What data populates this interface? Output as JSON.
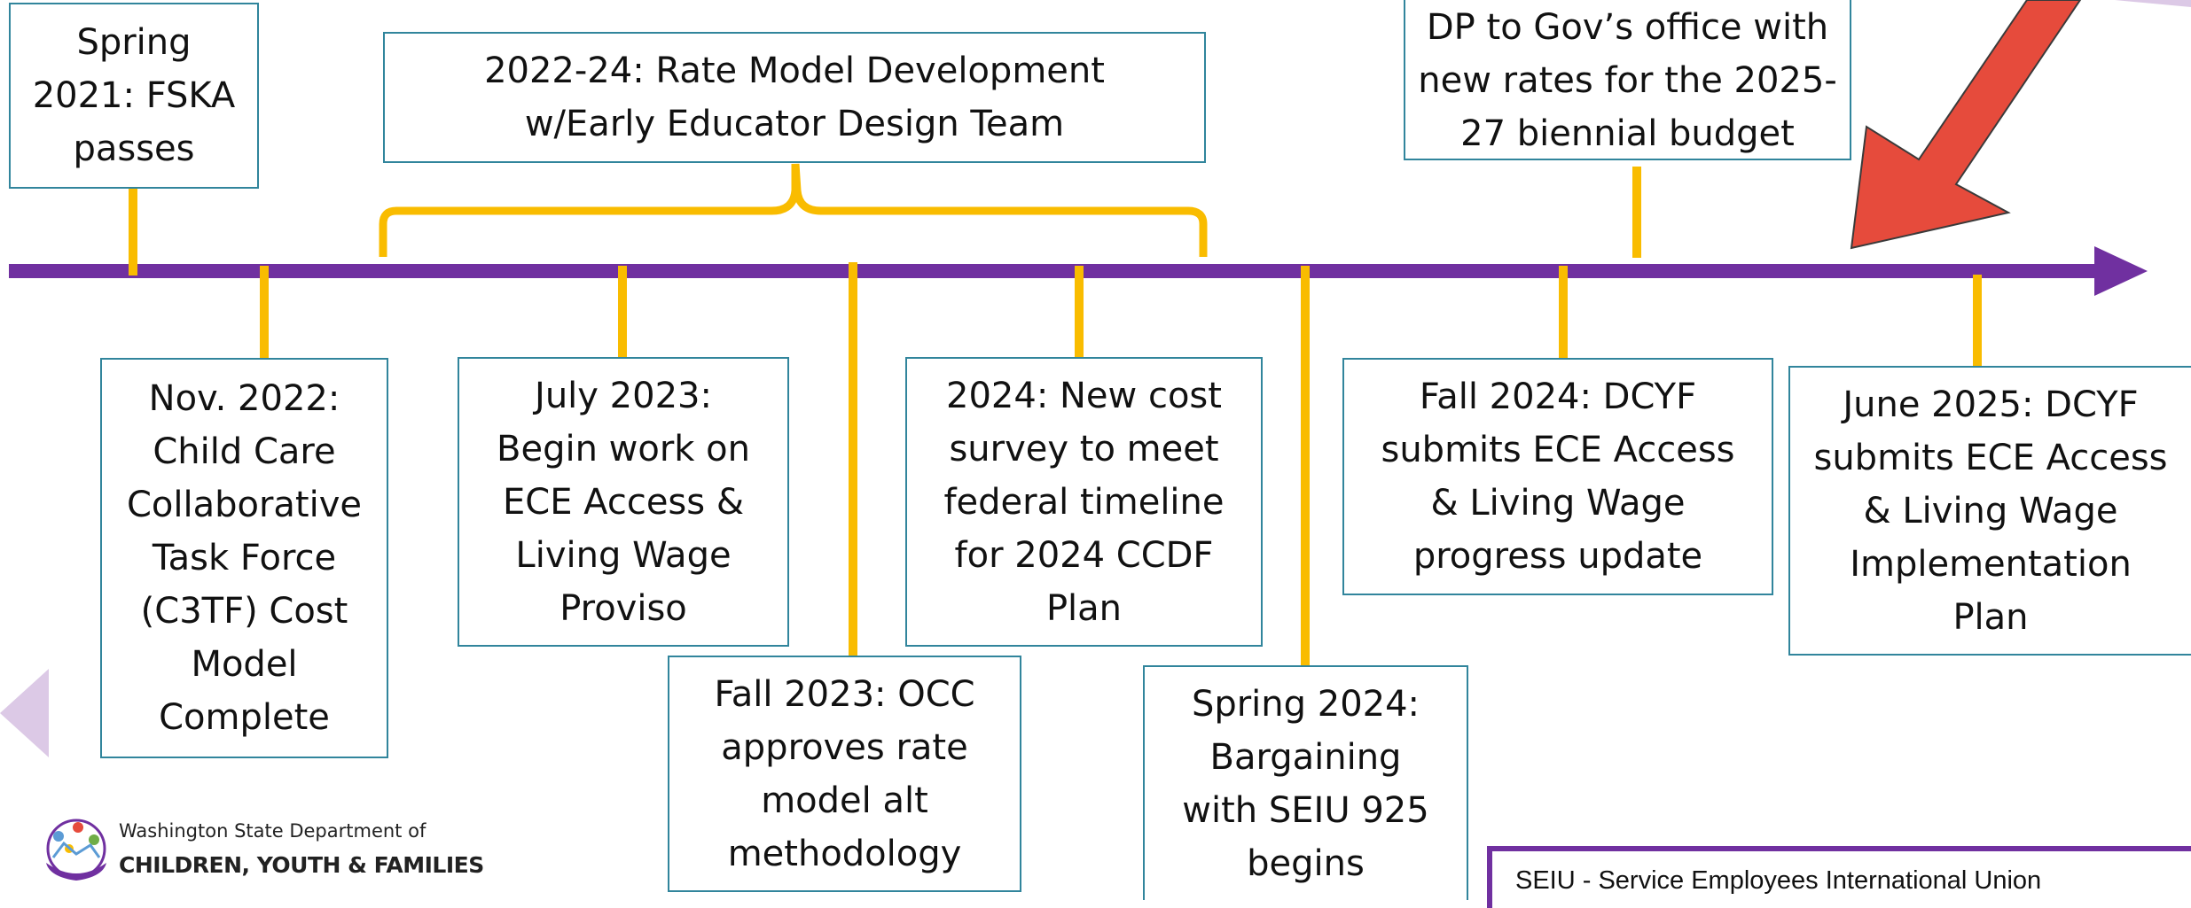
{
  "milestones_above": [
    {
      "id": "spring-2021",
      "text": "Spring\n2021: FSKA\npasses"
    },
    {
      "id": "2022-24",
      "text": "2022-24: Rate Model Development\nw/Early Educator Design Team"
    },
    {
      "id": "dp-gov",
      "text": "DP to Gov’s office with\nnew rates for the 2025-\n27 biennial budget"
    }
  ],
  "milestones_below": [
    {
      "id": "nov-2022",
      "text": "Nov. 2022:\nChild Care\nCollaborative\nTask Force\n(C3TF) Cost\nModel\nComplete"
    },
    {
      "id": "july-2023",
      "text": "July 2023:\nBegin work on\nECE Access &\nLiving Wage\nProviso"
    },
    {
      "id": "fall-2023",
      "text": "Fall 2023: OCC\napproves rate\nmodel alt\nmethodology"
    },
    {
      "id": "2024-cost",
      "text": "2024: New cost\nsurvey to meet\nfederal timeline\nfor 2024 CCDF\nPlan"
    },
    {
      "id": "spring-2024",
      "text": "Spring 2024:\nBargaining\nwith SEIU 925\nbegins"
    },
    {
      "id": "fall-2024",
      "text": "Fall 2024: DCYF\nsubmits ECE Access\n& Living Wage\nprogress update"
    },
    {
      "id": "june-2025",
      "text": "June 2025: DCYF\nsubmits ECE Access\n& Living Wage\nImplementation\nPlan"
    }
  ],
  "legend": {
    "text": "SEIU - Service Employees International Union"
  },
  "logo": {
    "line1": "Washington State Department of",
    "line2": "CHILDREN, YOUTH & FAMILIES"
  },
  "colors": {
    "timeline": "#7030a0",
    "connector": "#f9bc00",
    "box_border": "#31859c",
    "arrow": "#e64b3c",
    "nav_triangle": "#dcc9e6"
  }
}
